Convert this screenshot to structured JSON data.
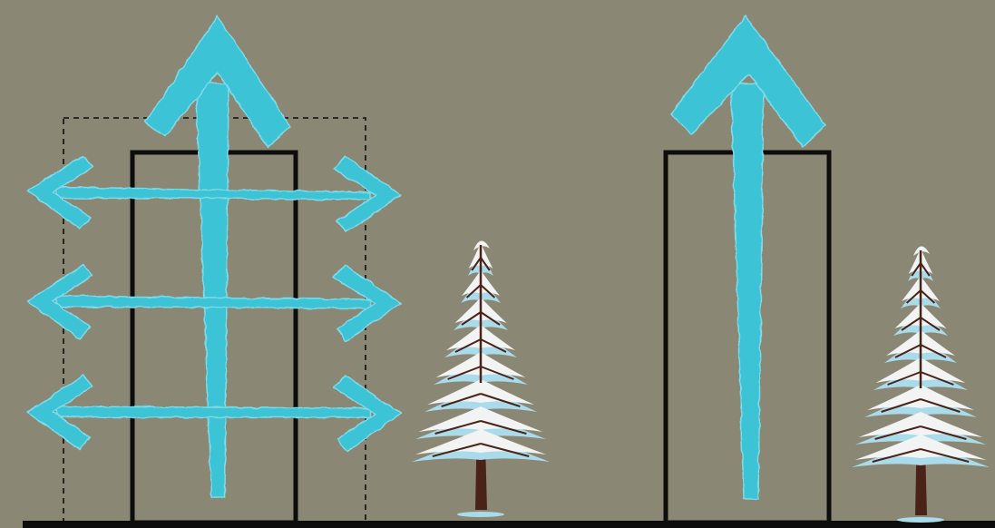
{
  "diagram": {
    "background_color": "#8b8775",
    "arrow_color": "#3ec3d6",
    "arrow_light_color": "#7fdbe8",
    "outline_color": "#0d0d0d",
    "snow_color": "#f2f4f4",
    "snow_shadow_color": "#a9dbea",
    "trunk_color": "#4a2218",
    "left_panel": {
      "building": "solid-outline-building",
      "expanded_envelope": "dashed-outline",
      "vertical_arrow": "up-arrow",
      "horizontal_arrows": [
        "double-arrow",
        "double-arrow",
        "double-arrow"
      ]
    },
    "right_panel": {
      "building": "solid-outline-building",
      "vertical_arrow": "up-arrow"
    },
    "trees": [
      "snowy-pine-tree",
      "snowy-pine-tree"
    ]
  }
}
